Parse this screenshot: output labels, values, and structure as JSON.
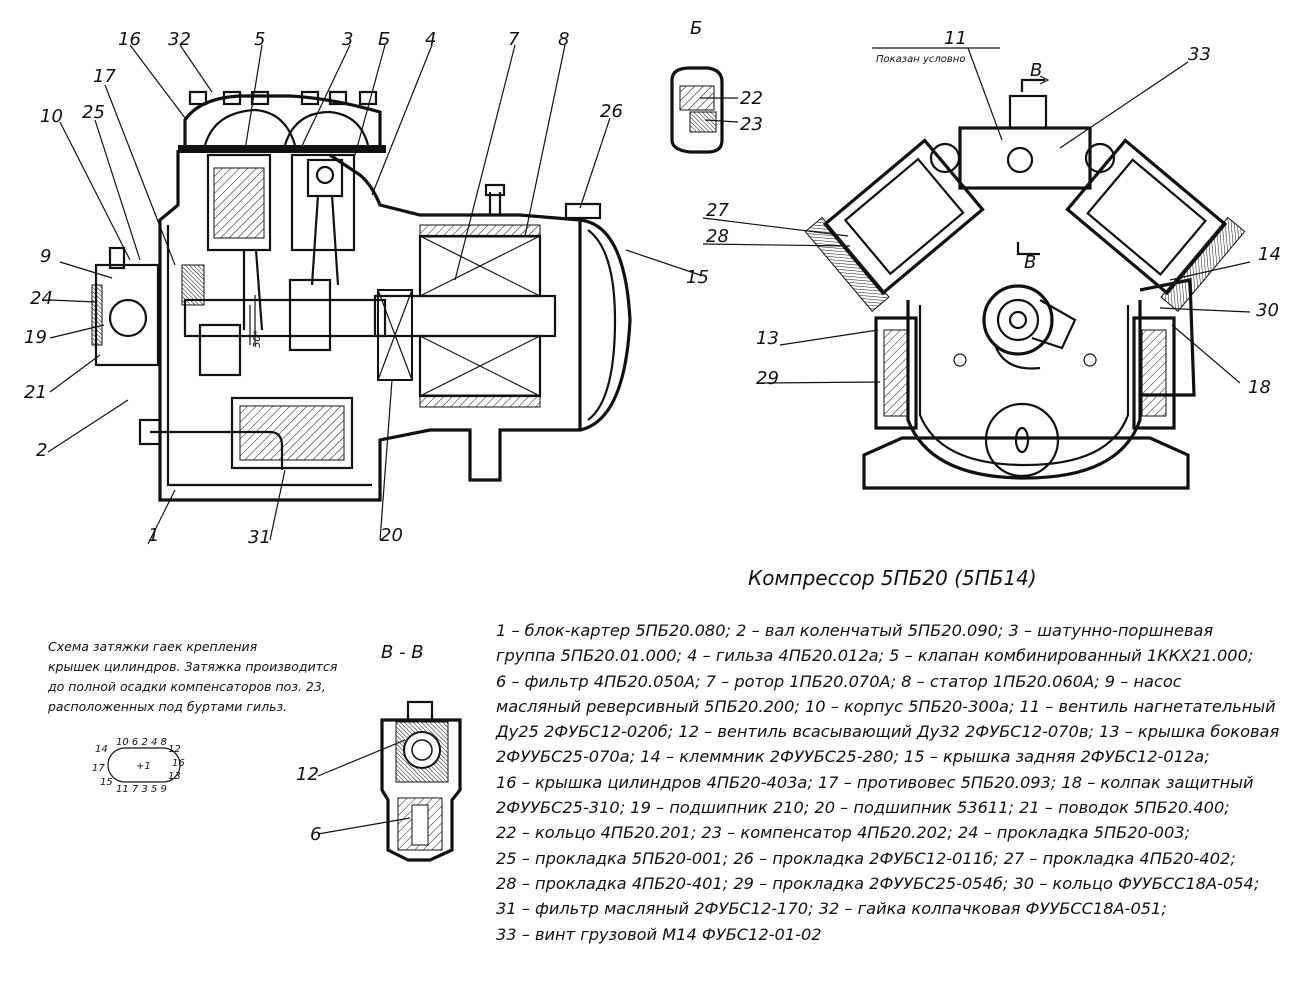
{
  "title": "Компрессор 5ПБ20 (5ПБ14)",
  "views": {
    "detail_b_label": "Б",
    "shown_conditionally": "Показан условно",
    "section_arrow_label": "В",
    "section_vv_title": "В - В"
  },
  "callouts": {
    "left_view": [
      "16",
      "32",
      "5",
      "3",
      "Б",
      "4",
      "7",
      "8",
      "17",
      "25",
      "10",
      "26",
      "9",
      "24",
      "19",
      "21",
      "2",
      "15",
      "1",
      "31",
      "20"
    ],
    "right_view": [
      "11",
      "33",
      "27",
      "28",
      "14",
      "30",
      "13",
      "29",
      "18"
    ],
    "detail_b": [
      "22",
      "23"
    ],
    "section_vv": [
      "12",
      "6"
    ],
    "dimension_50": "50*"
  },
  "tightening_note": {
    "lines": [
      "Схема затяжки гаек крепления",
      "крышек цилиндров. Затяжка производится",
      "до полной осадки компенсаторов поз. 23,",
      "расположенных под буртами гильз."
    ],
    "scheme": {
      "top": "10 6 2 4 8",
      "left_upper": "14",
      "left_lower": "17",
      "left_bottom": "15",
      "right_upper": "12",
      "right_mid": "16",
      "right_lower": "13",
      "center": "+1",
      "bottom": "11 7 3 5 9"
    }
  },
  "legend_lines": [
    "1 – блок-картер 5ПБ20.080; 2 – вал коленчатый 5ПБ20.090; 3 – шатунно-поршневая",
    "группа 5ПБ20.01.000; 4 – гильза 4ПБ20.012а; 5 – клапан комбинированный 1ККХ21.000;",
    "6 – фильтр 4ПБ20.050А; 7 – ротор 1ПБ20.070А; 8 – статор 1ПБ20.060А; 9 – насос",
    "масляный реверсивный 5ПБ20.200; 10 – корпус 5ПБ20-300а; 11 – вентиль нагнетательный",
    "Ду25 2ФУБС12-020б; 12 – вентиль всасывающий Ду32 2ФУБС12-070в; 13 – крышка боковая",
    "2ФУУБС25-070а; 14 – клеммник 2ФУУБС25-280; 15 – крышка задняя 2ФУБС12-012а;",
    "16 – крышка цилиндров 4ПБ20-403а; 17 – противовес 5ПБ20.093; 18 – колпак защитный",
    "2ФУУБС25-310; 19 – подшипник 210; 20 – подшипник 53611; 21 – поводок 5ПБ20.400;",
    "22 – кольцо 4ПБ20.201; 23 – компенсатор 4ПБ20.202; 24 – прокладка 5ПБ20-003;",
    "25 – прокладка 5ПБ20-001; 26 – прокладка 2ФУБС12-011б; 27 – прокладка 4ПБ20-402;",
    "28 – прокладка 4ПБ20-401; 29 – прокладка 2ФУУБС25-054б; 30 – кольцо ФУУБСС18А-054;",
    "31 – фильтр масляный 2ФУБС12-170; 32 – гайка колпачковая ФУУБСС18А-051;",
    "33 – винт грузовой М14 ФУБС12-01-02"
  ]
}
